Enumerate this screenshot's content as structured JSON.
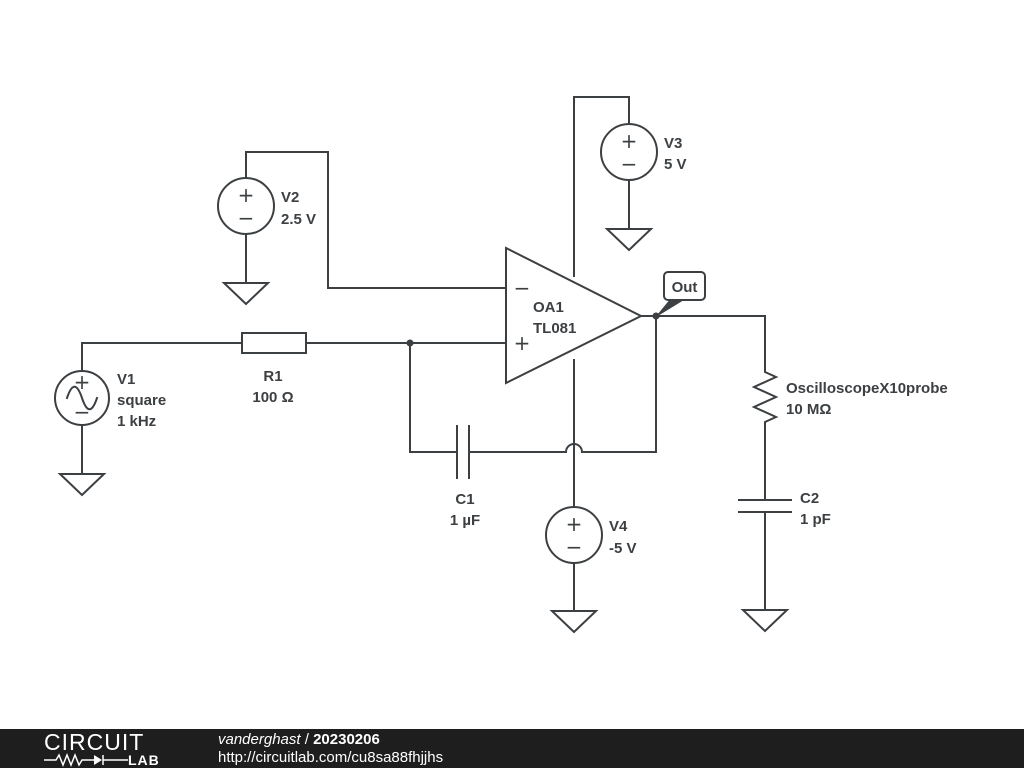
{
  "components": {
    "V1": {
      "name": "V1",
      "type_label": "square",
      "value": "1 kHz"
    },
    "R1": {
      "name": "R1",
      "value": "100 Ω"
    },
    "V2": {
      "name": "V2",
      "value": "2.5 V"
    },
    "V3": {
      "name": "V3",
      "value": "5 V"
    },
    "V4": {
      "name": "V4",
      "value": "-5 V"
    },
    "OA1": {
      "name": "OA1",
      "part": "TL081"
    },
    "C1": {
      "name": "C1",
      "value": "1 µF"
    },
    "C2": {
      "name": "C2",
      "value": "1 pF"
    },
    "probe": {
      "name": "OscilloscopeX10probe",
      "value": "10 MΩ"
    }
  },
  "node_labels": {
    "out": "Out"
  },
  "symbols": {
    "plus": "+",
    "minus": "−"
  },
  "footer": {
    "brand_top": "CIRCUIT",
    "brand_bottom": "LAB",
    "author": "vanderghast",
    "separator": " / ",
    "date": "20230206",
    "url": "http://circuitlab.com/cu8sa88fhjjhs"
  },
  "colors": {
    "wire": "#3c4043",
    "footer_bg": "#1e1e1e",
    "footer_text": "#ffffff"
  }
}
